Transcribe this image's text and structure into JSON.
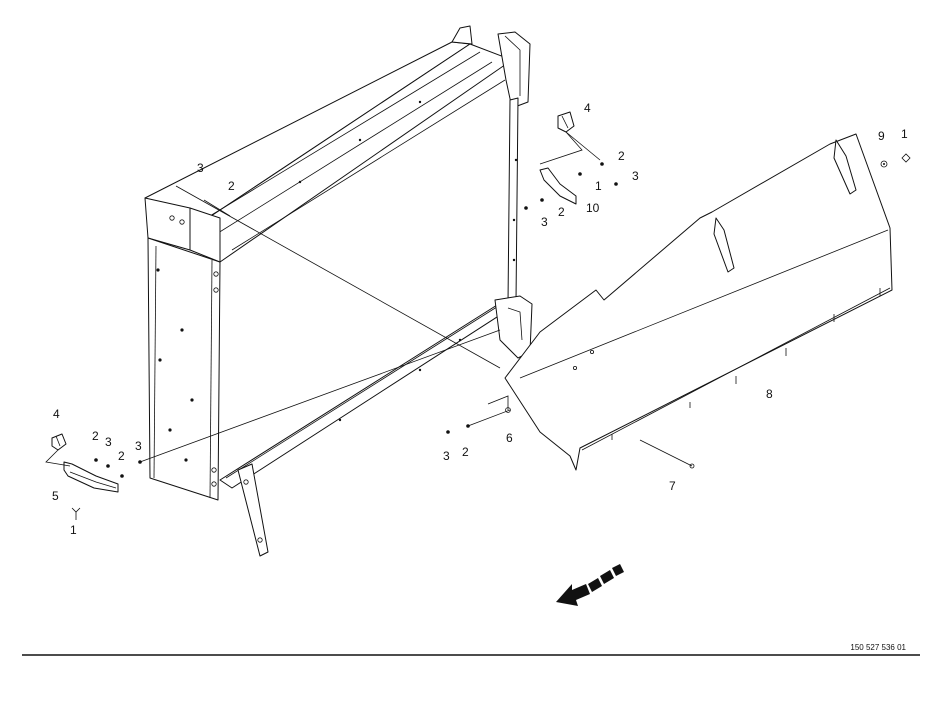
{
  "diagram": {
    "drawing_number": "150 527 536 01",
    "callouts": [
      {
        "id": "c-4-left",
        "label": "4"
      },
      {
        "id": "c-2-left-a",
        "label": "2"
      },
      {
        "id": "c-3-left-a",
        "label": "3"
      },
      {
        "id": "c-2-left-b",
        "label": "2"
      },
      {
        "id": "c-3-left-b",
        "label": "3"
      },
      {
        "id": "c-5-left",
        "label": "5"
      },
      {
        "id": "c-1-left",
        "label": "1"
      },
      {
        "id": "c-3-top",
        "label": "3"
      },
      {
        "id": "c-2-top",
        "label": "2"
      },
      {
        "id": "c-4-right",
        "label": "4"
      },
      {
        "id": "c-2-right-a",
        "label": "2"
      },
      {
        "id": "c-1-right-a",
        "label": "1"
      },
      {
        "id": "c-3-right-a",
        "label": "3"
      },
      {
        "id": "c-2-right-b",
        "label": "2"
      },
      {
        "id": "c-10-right",
        "label": "10"
      },
      {
        "id": "c-3-right-b",
        "label": "3"
      },
      {
        "id": "c-9-far",
        "label": "9"
      },
      {
        "id": "c-1-far",
        "label": "1"
      },
      {
        "id": "c-8-shield",
        "label": "8"
      },
      {
        "id": "c-3-mid",
        "label": "3"
      },
      {
        "id": "c-2-mid",
        "label": "2"
      },
      {
        "id": "c-6-mid",
        "label": "6"
      },
      {
        "id": "c-7-shield",
        "label": "7"
      }
    ]
  }
}
